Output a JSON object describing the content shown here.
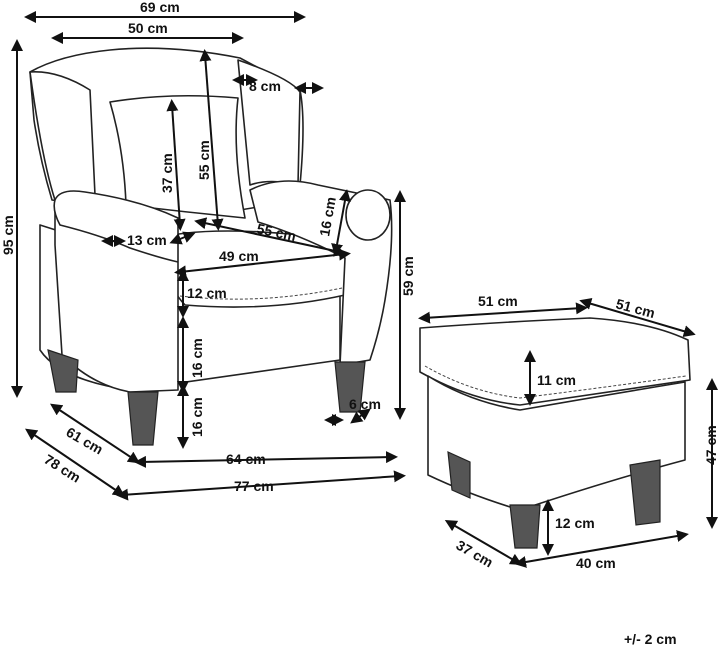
{
  "armchair": {
    "dims": {
      "overall_width": "69 cm",
      "back_width": "50 cm",
      "wing_depth": "8 cm",
      "overall_height": "95 cm",
      "backrest_height": "55 cm",
      "cushion_height": "37 cm",
      "arm_width": "13 cm",
      "seat_depth": "55 cm",
      "arm_height": "16 cm",
      "seat_width": "49 cm",
      "seat_thickness": "12 cm",
      "base_height": "16 cm",
      "leg_height": "16 cm",
      "arm_total_height": "59 cm",
      "leg_width": "6 cm",
      "depth_inner": "61 cm",
      "depth_overall": "78 cm",
      "width_inner": "64 cm",
      "width_overall": "77 cm"
    }
  },
  "ottoman": {
    "dims": {
      "top_width": "51 cm",
      "top_depth": "51 cm",
      "cushion_height": "11 cm",
      "total_height": "47 cm",
      "leg_height": "12 cm",
      "base_depth": "37 cm",
      "base_width": "40 cm"
    }
  },
  "tolerance": "+/- 2 cm"
}
